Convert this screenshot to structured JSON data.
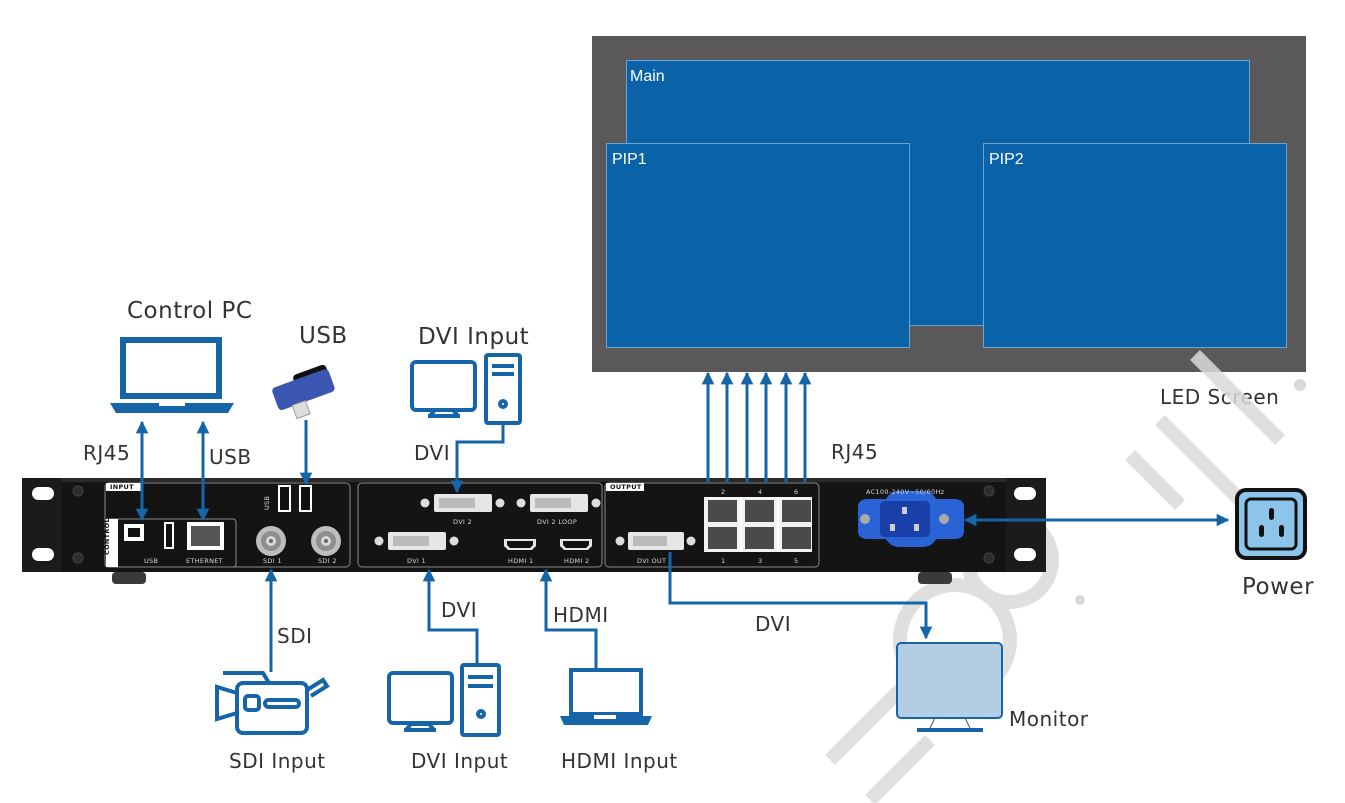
{
  "led_screen": {
    "label": "LED Screen",
    "windows": [
      {
        "name": "main",
        "label": "Main"
      },
      {
        "name": "pip1",
        "label": "PIP1"
      },
      {
        "name": "pip2",
        "label": "PIP2"
      }
    ]
  },
  "device": {
    "sections": {
      "input": "INPUT",
      "control": "CONTROL",
      "output": "OUTPUT"
    },
    "ports": {
      "usb_control": "USB",
      "ethernet": "ETHERNET",
      "usb_input": "USB",
      "sdi1": "SDI 1",
      "sdi2": "SDI 2",
      "dvi1": "DVI 1",
      "dvi2": "DVI 2",
      "dvi2_loop": "DVI 2 LOOP",
      "hdmi1": "HDMI 1",
      "hdmi2": "HDMI 2",
      "dvi_out": "DVI OUT",
      "rj45_top": [
        "2",
        "4",
        "6"
      ],
      "rj45_bottom": [
        "1",
        "3",
        "5"
      ],
      "power_rating": "AC100-240V~50/60Hz"
    }
  },
  "peripherals": {
    "control_pc": "Control PC",
    "usb_drive": "USB",
    "dvi_input_top": "DVI Input",
    "sdi_input": "SDI Input",
    "dvi_input_bottom": "DVI Input",
    "hdmi_input": "HDMI Input",
    "monitor": "Monitor",
    "power": "Power"
  },
  "connections": {
    "rj45_pc": "RJ45",
    "usb_pc": "USB",
    "dvi_top": "DVI",
    "rj45_screen": "RJ45",
    "sdi": "SDI",
    "dvi_bottom": "DVI",
    "hdmi": "HDMI",
    "dvi_monitor": "DVI"
  },
  "colors": {
    "accent": "#1565a8",
    "screen_frame": "#5a5858",
    "screen_fill": "#0a62a8",
    "chassis": "#111111",
    "power_socket": "#2a63d6",
    "monitor_fill": "#b3cde4",
    "power_icon_fill": "#8cc4ea"
  }
}
